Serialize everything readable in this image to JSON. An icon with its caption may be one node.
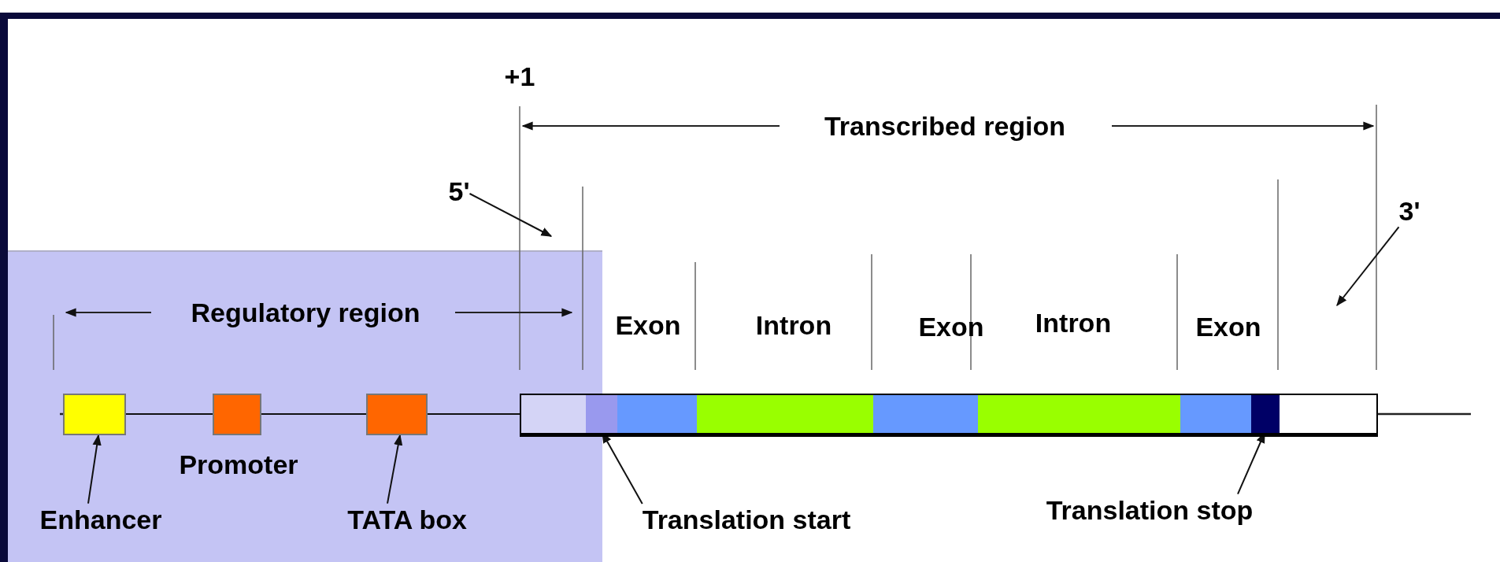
{
  "diagram": {
    "nodes": [
      {
        "text": [
          "5'"
        ]
      },
      {
        "text": [
          "3'"
        ]
      },
      {
        "text": [],
        "shape": "box"
      },
      {
        "text": [],
        "shape": "box"
      },
      {
        "text": [],
        "shape": "box"
      },
      {
        "text": [],
        "shape": "bar"
      },
      {
        "text": [],
        "shape": "bar"
      },
      {
        "text": [],
        "shape": "bar"
      },
      {
        "text": [],
        "shape": "bar"
      },
      {
        "text": [],
        "shape": "bar"
      },
      {
        "text": [],
        "shape": "bar"
      },
      {
        "text": [],
        "shape": "bar"
      },
      {
        "text": [],
        "shape": "bar"
      },
      {
        "text": [
          "Enhancer"
        ]
      },
      {
        "text": [
          "TATA box"
        ]
      },
      {
        "text": [
          "Translation start"
        ]
      },
      {
        "text": [
          "Translation stop"
        ]
      }
    ],
    "edges": [
      {
        "from": 0,
        "to": null,
        "arrow": "to"
      },
      {
        "from": 1,
        "to": null,
        "arrow": "to"
      },
      {
        "from": 13,
        "to": 2,
        "arrow": "to"
      },
      {
        "from": 14,
        "to": 4,
        "arrow": "to"
      },
      {
        "from": 15,
        "to": 6,
        "arrow": "to"
      },
      {
        "from": 16,
        "to": 12,
        "arrow": "to"
      },
      {
        "from": 2,
        "to": 3,
        "arrow": "none"
      },
      {
        "from": 3,
        "to": 4,
        "arrow": "none"
      },
      {
        "from": 4,
        "to": 5,
        "arrow": "none"
      }
    ],
    "labels": [
      "+1",
      "Transcribed region",
      "Regulatory region",
      "Exon",
      "Intron",
      "Exon",
      "Intron",
      "Exon",
      "Promoter"
    ]
  }
}
